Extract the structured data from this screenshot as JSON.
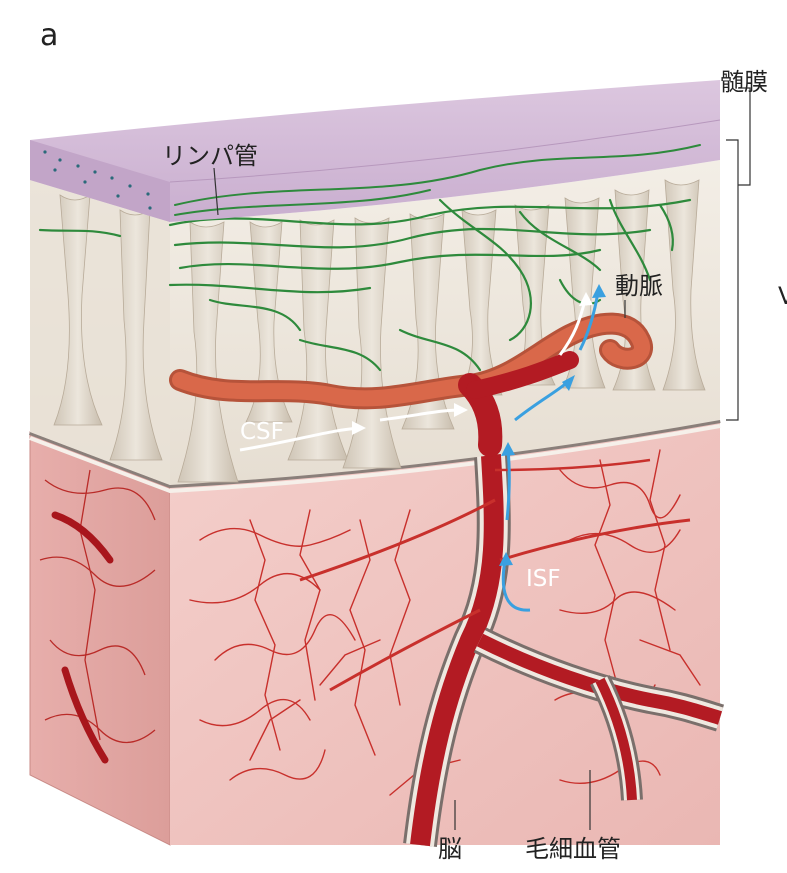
{
  "panel_label": "a",
  "labels": {
    "meninges": "髄膜",
    "lymphatic": "リンパ管",
    "artery": "動脈",
    "csf": "CSF",
    "isf": "ISF",
    "brain": "脳",
    "capillary": "毛細血管",
    "edge_cut": "V"
  },
  "colors": {
    "dura_top": "#d8c2dc",
    "subarachnoid": "#ece6dc",
    "trabeculae": "#d9d1c4",
    "lymph": "#2e8a3c",
    "artery": "#c4242a",
    "artery_surface": "#d9684a",
    "brain": "#f1c6c3",
    "brain_side": "#e4a9a6",
    "csf_arrow": "#ffffff",
    "isf_arrow": "#3aa0e0"
  }
}
